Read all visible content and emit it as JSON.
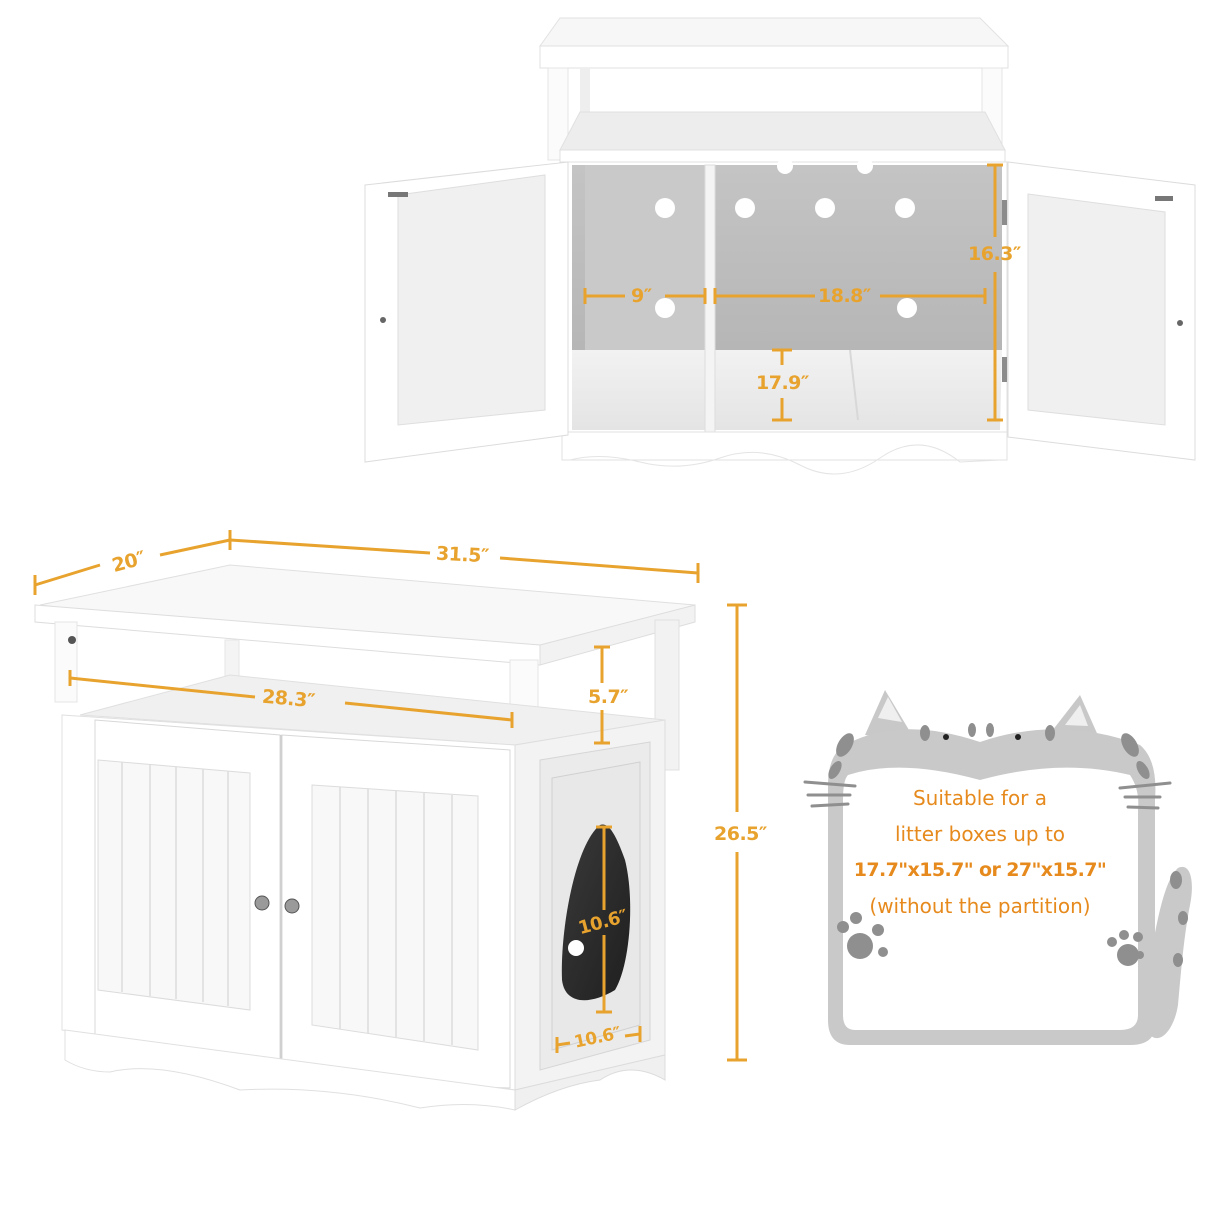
{
  "diagram": {
    "type": "product-dimension-diagram",
    "subject": "white cat litter box enclosure cabinet",
    "accent_color": "#e8a32e",
    "note_color": "#e68a1d",
    "views": {
      "open_front_view": {
        "dimensions": {
          "left_compartment_width": "9″",
          "right_compartment_width": "18.8″",
          "compartment_depth": "17.9″",
          "interior_height": "16.3″"
        }
      },
      "closed_perspective_view": {
        "dimensions": {
          "depth": "20″",
          "width": "31.5″",
          "shelf_width": "28.3″",
          "shelf_height": "5.7″",
          "total_height": "26.5″",
          "entry_hole_height": "10.6″",
          "entry_hole_width": "10.6″"
        }
      }
    },
    "callout": {
      "line1": "Suitable for a",
      "line2": "litter boxes up to",
      "line3": "17.7\"x15.7\" or 27\"x15.7\"",
      "line4": "(without the partition)"
    }
  }
}
